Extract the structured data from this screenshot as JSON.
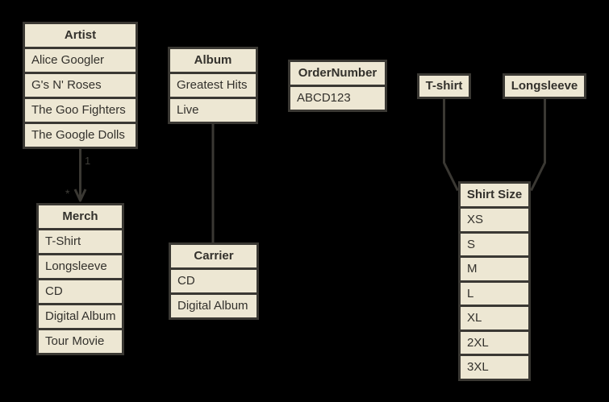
{
  "canvas": {
    "background_color": "#000000",
    "box_fill_color": "#EDE7D3",
    "box_border_color": "#3A3833",
    "text_color": "#33312C"
  },
  "tables": {
    "artist": {
      "title": "Artist",
      "rows": [
        "Alice Googler",
        "G's N' Roses",
        "The Goo Fighters",
        "The Google Dolls"
      ]
    },
    "album": {
      "title": "Album",
      "rows": [
        "Greatest Hits",
        "Live"
      ]
    },
    "order_number": {
      "title": "OrderNumber",
      "rows": [
        "ABCD123"
      ]
    },
    "merch": {
      "title": "Merch",
      "rows": [
        "T-Shirt",
        "Longsleeve",
        "CD",
        "Digital Album",
        "Tour Movie"
      ]
    },
    "carrier": {
      "title": "Carrier",
      "rows": [
        "CD",
        "Digital Album"
      ]
    },
    "shirt_size": {
      "title": "Shirt Size",
      "rows": [
        "XS",
        "S",
        "M",
        "L",
        "XL",
        "2XL",
        "3XL"
      ]
    }
  },
  "labels": {
    "tshirt": "T-shirt",
    "longsleeve": "Longsleeve"
  },
  "connectors": {
    "artist_merch": {
      "from": "Artist",
      "to": "Merch",
      "source_cardinality": "1",
      "target_cardinality": "*",
      "arrowhead": "open-vee-down"
    },
    "album_carrier": {
      "from": "Album",
      "to": "Carrier"
    },
    "tshirt_shirtsize": {
      "from": "T-shirt",
      "to": "Shirt Size"
    },
    "longsleeve_shirtsize": {
      "from": "Longsleeve",
      "to": "Shirt Size"
    }
  }
}
